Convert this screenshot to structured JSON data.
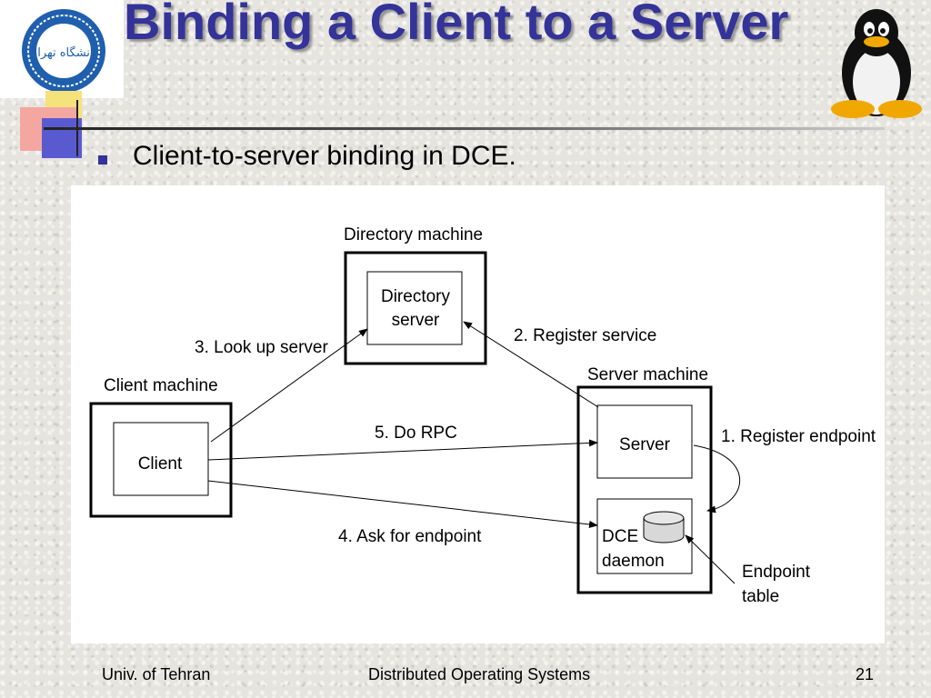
{
  "slide": {
    "title": "Binding a Client to a Server",
    "bullet": "Client-to-server binding in DCE.",
    "logo_text": "دانشگاه تهران"
  },
  "diagram": {
    "directory_machine_label": "Directory machine",
    "directory_server_line1": "Directory",
    "directory_server_line2": "server",
    "client_machine_label": "Client machine",
    "client_label": "Client",
    "server_machine_label": "Server machine",
    "server_label": "Server",
    "dce_line1": "DCE",
    "dce_line2": "daemon",
    "step1": "1. Register endpoint",
    "step2": "2. Register service",
    "step3": "3. Look up server",
    "step4": "4. Ask for endpoint",
    "step5": "5. Do RPC",
    "endpoint_line1": "Endpoint",
    "endpoint_line2": "table"
  },
  "footer": {
    "left": "Univ. of Tehran",
    "center": "Distributed Operating Systems",
    "page": "21"
  },
  "colors": {
    "title": "#333399",
    "accent_blue": "#333399"
  },
  "icons": {
    "logo": "university-seal-icon",
    "mascot": "penguin-icon",
    "bullet": "square-bullet-icon"
  }
}
